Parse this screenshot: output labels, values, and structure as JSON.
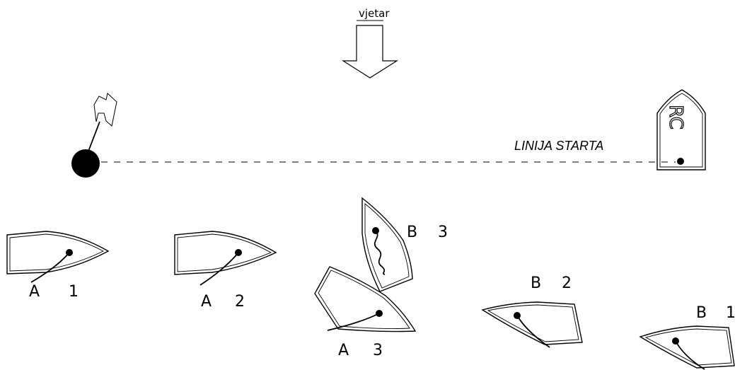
{
  "wind": {
    "label": "vjetar"
  },
  "start_line": {
    "label": "LINIJA STARTA"
  },
  "committee_boat": {
    "label": "RC"
  },
  "boats": [
    {
      "id": "A1",
      "letter": "A",
      "number": "1"
    },
    {
      "id": "A2",
      "letter": "A",
      "number": "2"
    },
    {
      "id": "A3",
      "letter": "A",
      "number": "3"
    },
    {
      "id": "B3",
      "letter": "B",
      "number": "3"
    },
    {
      "id": "B2",
      "letter": "B",
      "number": "2"
    },
    {
      "id": "B1",
      "letter": "B",
      "number": "1"
    }
  ]
}
